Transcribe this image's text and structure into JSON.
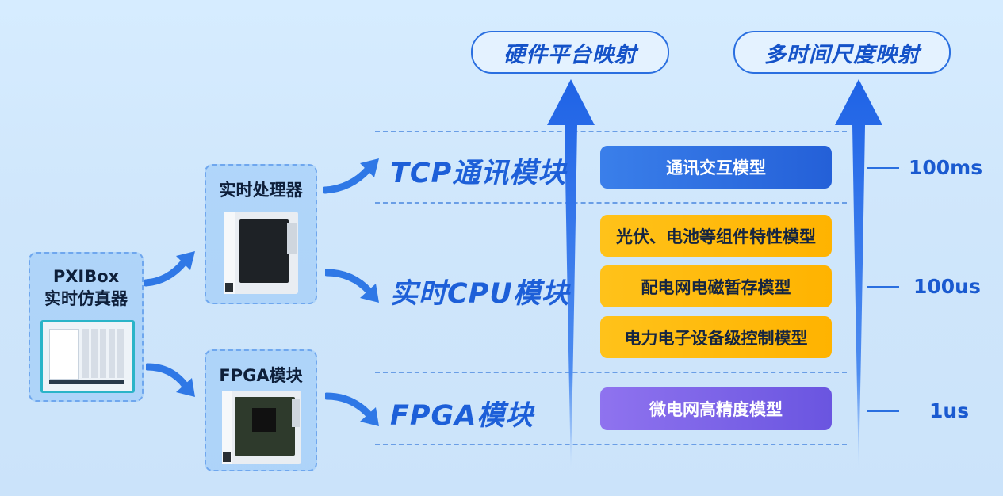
{
  "header": {
    "left_pill": "硬件平台映射",
    "right_pill": "多时间尺度映射"
  },
  "pxibox": {
    "line1": "PXIBox",
    "line2": "实时仿真器"
  },
  "cpu_card": {
    "title": "实时处理器"
  },
  "fpga_card": {
    "title": "FPGA模块"
  },
  "modules": {
    "tcp": "TCP通讯模块",
    "cpu": "实时CPU模块",
    "fpga": "FPGA模块"
  },
  "models": {
    "comm": "通讯交互模型",
    "pv": "光伏、电池等组件特性模型",
    "grid": "配电网电磁暂存模型",
    "power": "电力电子设备级控制模型",
    "micro": "微电网高精度模型"
  },
  "times": {
    "t1": "100ms",
    "t2": "100us",
    "t3": "1us"
  },
  "colors": {
    "accent_blue": "#2a6fe0",
    "model_yellow": "#ffc21a",
    "model_purple": "#7a63e8"
  }
}
